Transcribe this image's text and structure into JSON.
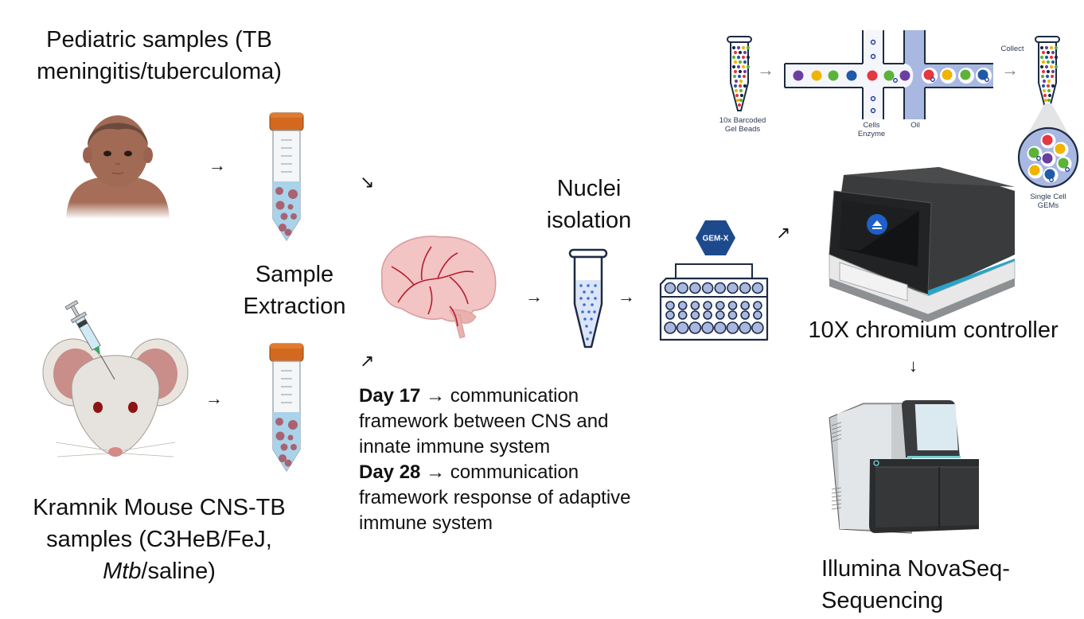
{
  "labels": {
    "pediatric": [
      "Pediatric samples (TB",
      "meningitis/tuberculoma)"
    ],
    "sample_extraction": [
      "Sample",
      "Extraction"
    ],
    "nuclei_isolation": [
      "Nuclei",
      "isolation"
    ],
    "mouse": [
      "Kramnik Mouse CNS-TB",
      "samples (C3HeB/FeJ,"
    ],
    "mouse_line3_italic": "Mtb",
    "mouse_line3_rest": "/saline)",
    "chromium": "10X chromium controller",
    "illumina": [
      "Illumina NovaSeq-",
      "Sequencing"
    ]
  },
  "timepoints": [
    {
      "day": "Day 17",
      "arrow": "→",
      "desc_first": " communication",
      "desc_rest": [
        "framework between CNS and",
        "innate immune system"
      ]
    },
    {
      "day": "Day 28",
      "arrow": "→",
      "desc_first": " communication",
      "desc_rest": [
        "framework response of adaptive",
        "immune system"
      ]
    }
  ],
  "arrows": {
    "right": "→",
    "down_right": "↘",
    "up_right": "↗",
    "down": "↓"
  },
  "gem_workflow": {
    "gel_beads_label": [
      "10x Barcoded",
      "Gel Beads"
    ],
    "cells_label": [
      "Cells",
      "Enzyme"
    ],
    "oil_label": "Oil",
    "collect_label": "Collect",
    "gems_label": [
      "Single Cell",
      "GEMs"
    ],
    "bead_colors": [
      "#6b3fa0",
      "#f0b400",
      "#5cb338",
      "#1f5aa8",
      "#e5373f"
    ]
  },
  "chip_badge": "GEM-X",
  "colors": {
    "accent_blue": "#1d4a8c",
    "tube_cap": "#d2691e",
    "oil_blue": "#a9b8e0",
    "chromium_stripe": "#2aa3c8"
  }
}
